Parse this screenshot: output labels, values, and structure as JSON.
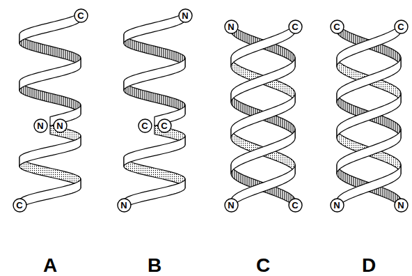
{
  "diagram": {
    "nodes": [
      {
        "text": [
          "C"
        ]
      },
      {
        "text": [
          "N"
        ]
      },
      {
        "text": [
          "N"
        ]
      },
      {
        "text": [
          "C"
        ]
      },
      {
        "text": [
          "C"
        ]
      },
      {
        "text": [
          "C"
        ]
      },
      {
        "text": [
          "N"
        ]
      },
      {
        "text": [
          "N"
        ]
      },
      {
        "text": [
          "C"
        ]
      },
      {
        "text": [
          "C"
        ]
      },
      {
        "text": [
          "C"
        ]
      },
      {
        "text": [
          "N"
        ]
      },
      {
        "text": [
          "N"
        ]
      },
      {
        "text": [
          "C"
        ]
      },
      {
        "text": [
          "N"
        ]
      },
      {
        "text": [
          "N"
        ]
      }
    ],
    "labels": [
      "A",
      "B",
      "C",
      "D"
    ]
  }
}
